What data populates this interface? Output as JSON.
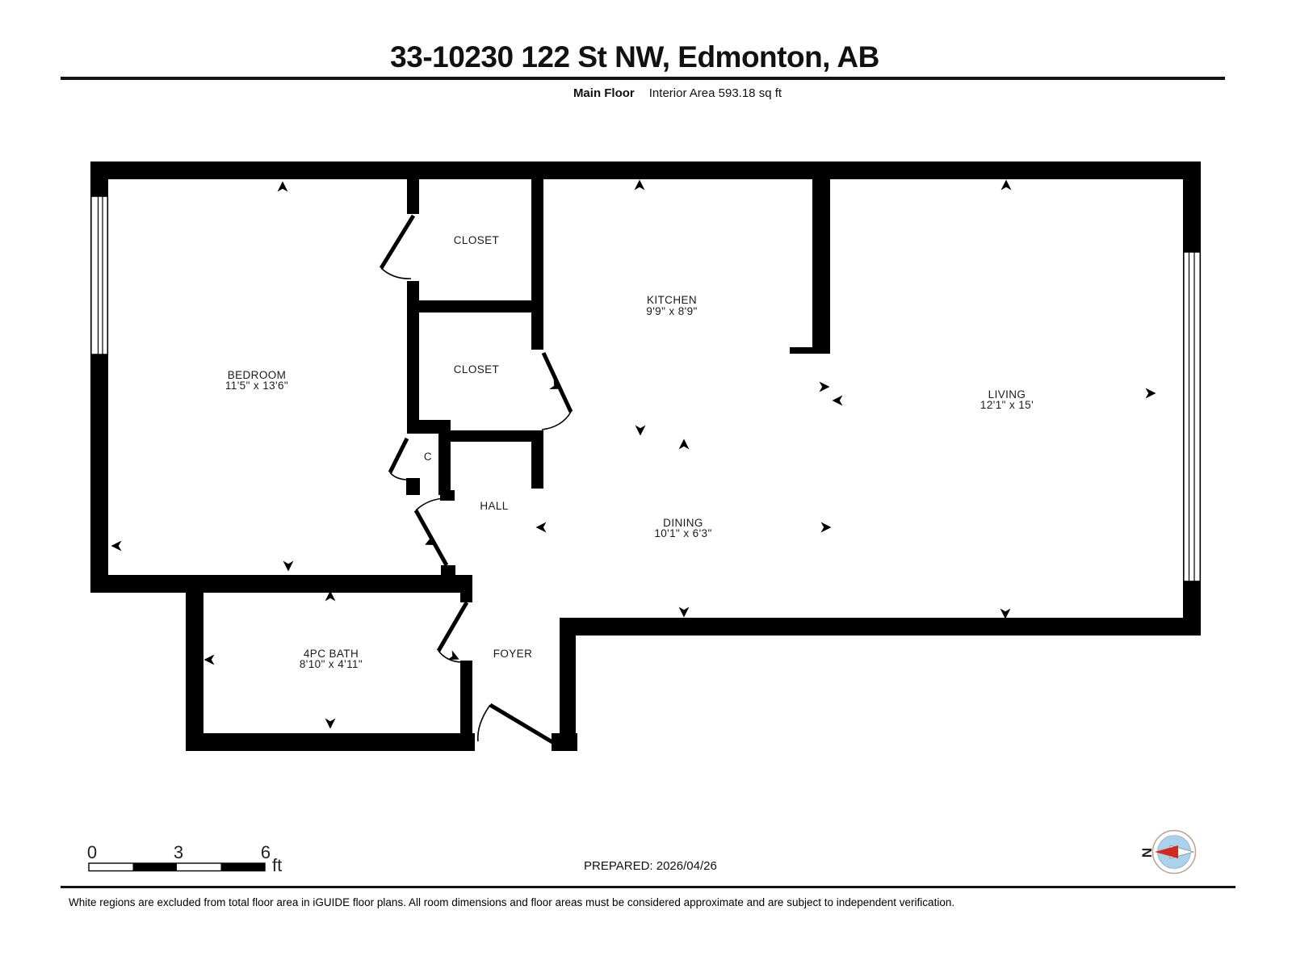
{
  "page": {
    "background": "#ffffff",
    "wall_color": "#000000",
    "text_color": "#1a1a1a"
  },
  "header": {
    "title": "33-10230 122 St NW, Edmonton, AB",
    "floor_label": "Main Floor",
    "area_label": "Interior Area 593.18 sq ft"
  },
  "rooms": {
    "bedroom": {
      "name": "BEDROOM",
      "dims": "11'5\" x 13'6\""
    },
    "closet_top": {
      "name": "CLOSET"
    },
    "closet_mid": {
      "name": "CLOSET"
    },
    "closet_small": {
      "name": "C"
    },
    "kitchen": {
      "name": "KITCHEN",
      "dims": "9'9\" x 8'9\""
    },
    "living": {
      "name": "LIVING",
      "dims": "12'1\" x 15'"
    },
    "dining": {
      "name": "DINING",
      "dims": "10'1\" x 6'3\""
    },
    "hall": {
      "name": "HALL"
    },
    "bath": {
      "name": "4PC BATH",
      "dims": "8'10\" x 4'11\""
    },
    "foyer": {
      "name": "FOYER"
    }
  },
  "scale_bar": {
    "start": "0",
    "middle": "3",
    "end": "6",
    "unit": "ft"
  },
  "prepared": {
    "label": "PREPARED: 2026/04/26"
  },
  "compass": {
    "north_label": "N",
    "needle_color": "#d4291f",
    "dial_color": "#a9d2ee",
    "ring_color": "#b7a38e"
  },
  "footer": {
    "disclaimer": "White regions are excluded from total floor area in iGUIDE floor plans. All room dimensions and floor areas must be considered approximate and are subject to independent verification."
  }
}
